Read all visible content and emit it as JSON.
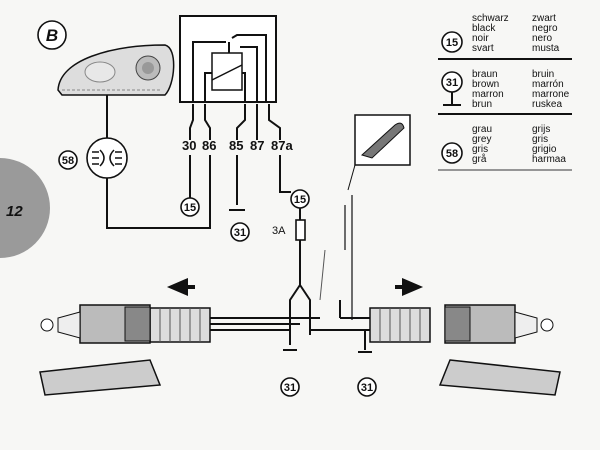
{
  "diagram": {
    "section_label": "B",
    "page_number": "12",
    "relay_pins": [
      "30",
      "86",
      "85",
      "87",
      "87a"
    ],
    "terminals": {
      "plus": "15",
      "ground": "31",
      "lamp": "58"
    },
    "fuse_label": "3A",
    "colors": {
      "ink": "#111111",
      "tab_gray": "#9a9a9a",
      "background": "#f7f7f5"
    }
  },
  "legend": [
    {
      "terminal": "15",
      "col1": [
        "schwarz",
        "black",
        "noir",
        "svart"
      ],
      "col2": [
        "zwart",
        "negro",
        "nero",
        "musta"
      ]
    },
    {
      "terminal": "31",
      "col1": [
        "braun",
        "brown",
        "marron",
        "brun"
      ],
      "col2": [
        "bruin",
        "marrón",
        "marrone",
        "ruskea"
      ]
    },
    {
      "terminal": "58",
      "col1": [
        "grau",
        "grey",
        "gris",
        "grå"
      ],
      "col2": [
        "grijs",
        "gris",
        "grigio",
        "harmaa"
      ]
    }
  ]
}
